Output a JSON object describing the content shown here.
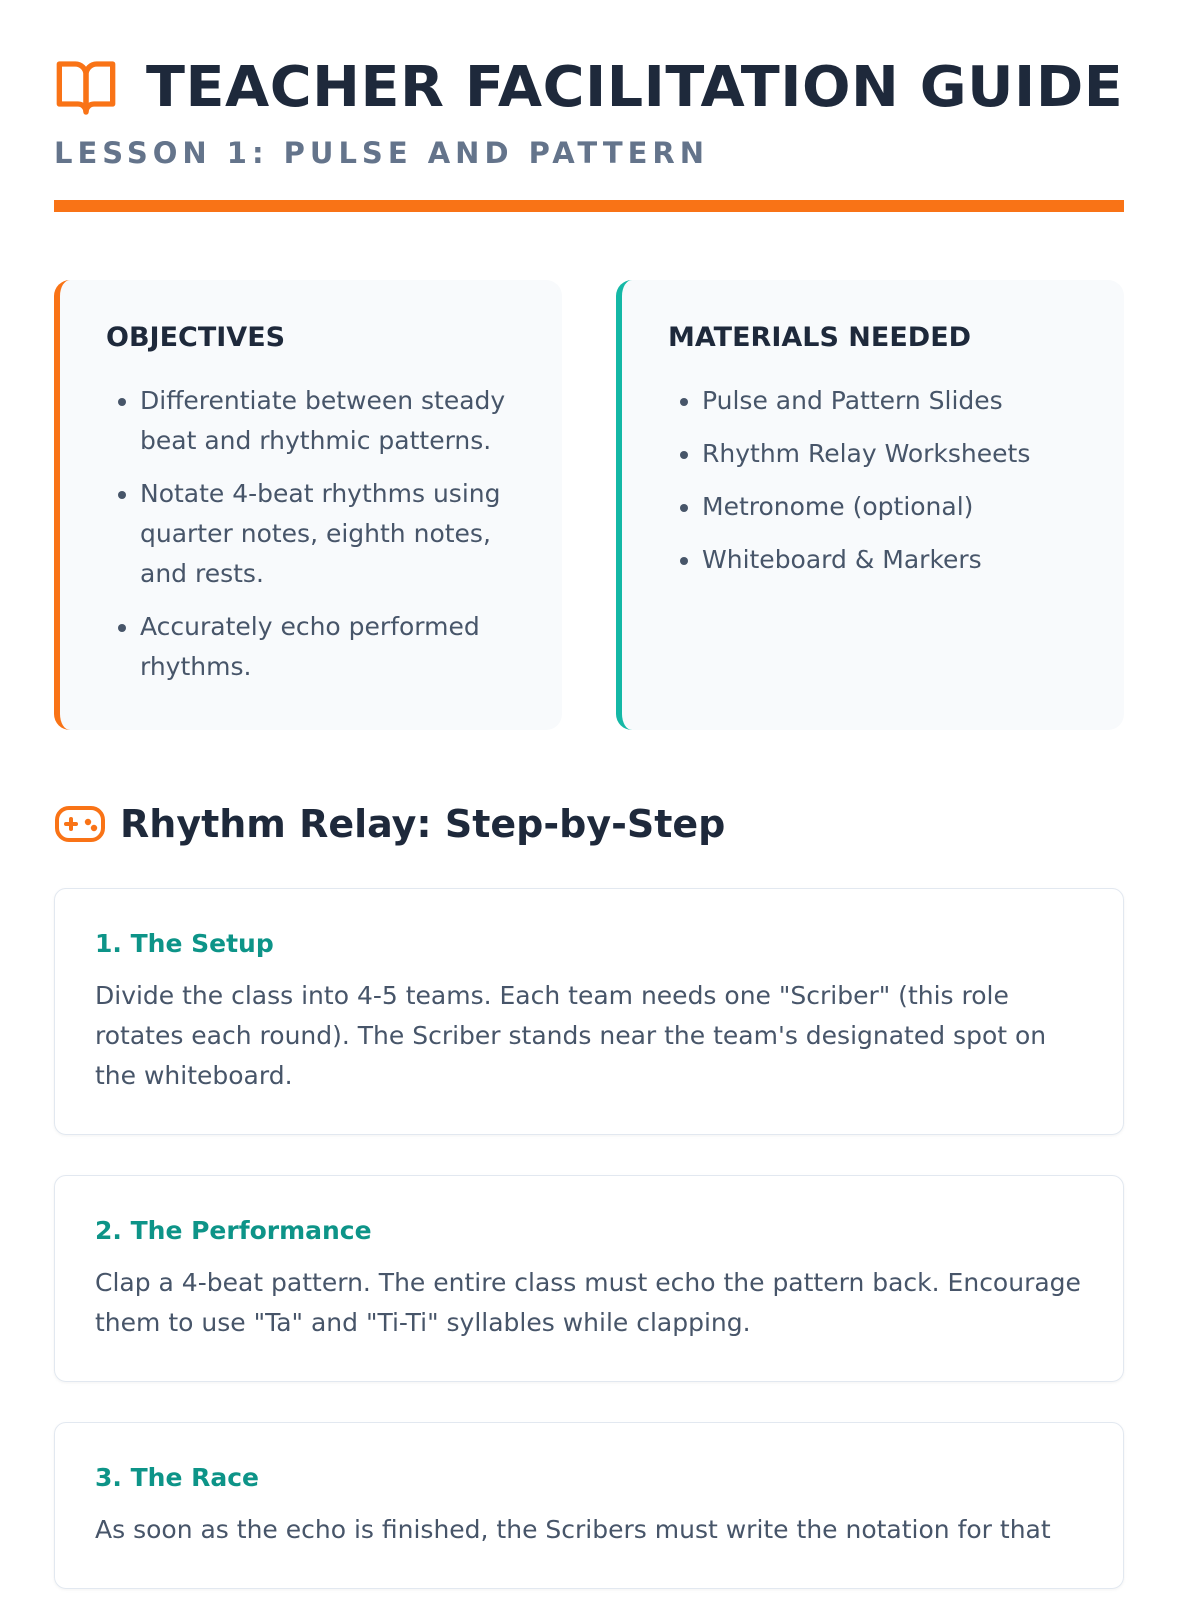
{
  "header": {
    "title": "TEACHER FACILITATION GUIDE",
    "subtitle": "LESSON 1: PULSE AND PATTERN",
    "icon": "book-open-icon"
  },
  "objectives": {
    "title": "OBJECTIVES",
    "items": [
      "Differentiate between steady beat and rhythmic patterns.",
      "Notate 4-beat rhythms using quarter notes, eighth notes, and rests.",
      "Accurately echo performed rhythms."
    ]
  },
  "materials": {
    "title": "MATERIALS NEEDED",
    "items": [
      "Pulse and Pattern Slides",
      "Rhythm Relay Worksheets",
      "Metronome (optional)",
      "Whiteboard & Markers"
    ]
  },
  "section": {
    "title": "Rhythm Relay: Step-by-Step",
    "icon": "gamepad-icon"
  },
  "steps": [
    {
      "title": "1. The Setup",
      "text": "Divide the class into 4-5 teams. Each team needs one \"Scriber\" (this role rotates each round). The Scriber stands near the team's designated spot on the whiteboard."
    },
    {
      "title": "2. The Performance",
      "text": "Clap a 4-beat pattern. The entire class must echo the pattern back. Encourage them to use \"Ta\" and \"Ti-Ti\" syllables while clapping."
    },
    {
      "title": "3. The Race",
      "text": "As soon as the echo is finished, the Scribers must write the notation for that"
    }
  ],
  "colors": {
    "accent": "#f97316",
    "teal": "#14b8a6",
    "heading": "#1e293b"
  }
}
